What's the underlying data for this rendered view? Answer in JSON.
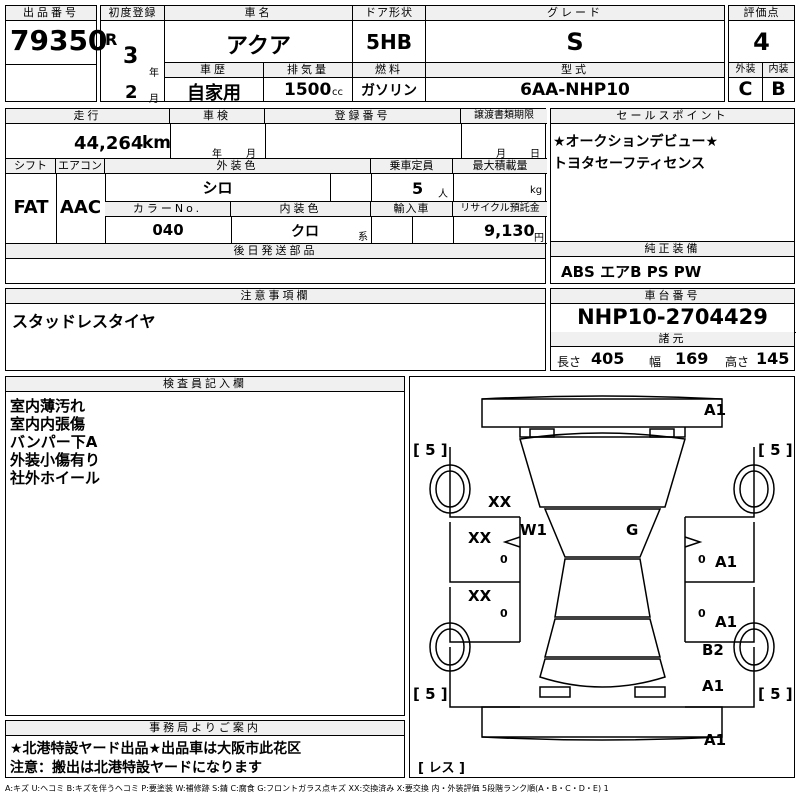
{
  "header": {
    "lot_label": "出品番号",
    "lot_no": "79350",
    "first_reg_label": "初度登録",
    "era": "R",
    "year": "3",
    "year_unit": "年",
    "month": "2",
    "month_unit": "月",
    "car_name_label": "車名",
    "car_name": "アクア",
    "door_label": "ドア形状",
    "door": "5HB",
    "grade_label": "グレード",
    "grade": "S",
    "score_label": "評価点",
    "score": "4",
    "ext_label": "外装",
    "ext": "C",
    "int_label": "内装",
    "int": "B",
    "history_label": "車歴",
    "history": "自家用",
    "displacement_label": "排気量",
    "displacement": "1500",
    "displacement_unit": "cc",
    "fuel_label": "燃料",
    "fuel": "ガソリン",
    "model_label": "型式",
    "model": "6AA-NHP10"
  },
  "row2": {
    "mileage_label": "走行",
    "mileage": "44,264",
    "mileage_unit": "km",
    "inspection_label": "車検",
    "insp_year_unit": "年",
    "insp_month_unit": "月",
    "reg_no_label": "登録番号",
    "transfer_label": "譲渡書類期限",
    "transfer_month_unit": "月",
    "transfer_day_unit": "日",
    "shift_label": "シフト",
    "shift": "FAT",
    "ac_label": "エアコン",
    "ac": "AAC",
    "ext_color_label": "外装色",
    "ext_color": "シロ",
    "capacity_label": "乗車定員",
    "capacity": "5",
    "capacity_unit": "人",
    "max_load_label": "最大積載量",
    "max_load_unit": "kg",
    "color_no_label": "カラーNo.",
    "color_no": "040",
    "int_color_label": "内装色",
    "int_color": "クロ",
    "int_color_unit": "系",
    "import_label": "輸入車",
    "recycle_label": "リサイクル預託金",
    "recycle": "9,130",
    "recycle_unit": "円",
    "later_parts_label": "後日発送部品"
  },
  "sales": {
    "label": "セールスポイント",
    "line1": "★オークションデビュー★",
    "line2": "トヨタセーフティセンス"
  },
  "equipment": {
    "label": "純正装備",
    "value": "ABS エアB PS PW"
  },
  "notes": {
    "label": "注意事項欄",
    "value": "スタッドレスタイヤ"
  },
  "chassis": {
    "label": "車台番号",
    "value": "NHP10-2704429",
    "spec_label": "諸元",
    "length_label": "長さ",
    "length": "405",
    "width_label": "幅",
    "width": "169",
    "height_label": "高さ",
    "height": "145"
  },
  "inspector": {
    "label": "検査員記入欄",
    "lines": [
      "室内薄汚れ",
      "室内内張傷",
      "バンパー下A",
      "外装小傷有り",
      "社外ホイール"
    ]
  },
  "diagram": {
    "tire_fl": "[ 5 ]",
    "tire_fr": "[ 5 ]",
    "tire_rl": "[ 5 ]",
    "tire_rr": "[ 5 ]",
    "spare": "[ レス ]",
    "a1_front": "A1",
    "xx_hood": "XX",
    "w1": "W1",
    "g": "G",
    "xx_door1": "XX",
    "xx_door2": "XX",
    "zero1": "0",
    "zero2": "0",
    "a1_rdoor1": "A1",
    "zero3": "0",
    "a1_rdoor2": "A1",
    "zero4": "0",
    "b2": "B2",
    "a1_rq": "A1",
    "a1_rear": "A1"
  },
  "office": {
    "label": "事務局よりご案内",
    "line1": "★北港特設ヤード出品★出品車は大阪市此花区",
    "line2": "注意：搬出は北港特設ヤードになります"
  },
  "legend": "A:キズ U:ヘコミ B:キズを伴うヘコミ P:要塗装 W:補修跡 S:錆 C:腐食 G:フロントガラス点キズ XX:交換済み X:要交換 内・外装評価 5段階ランク順(A・B・C・D・E) 1"
}
